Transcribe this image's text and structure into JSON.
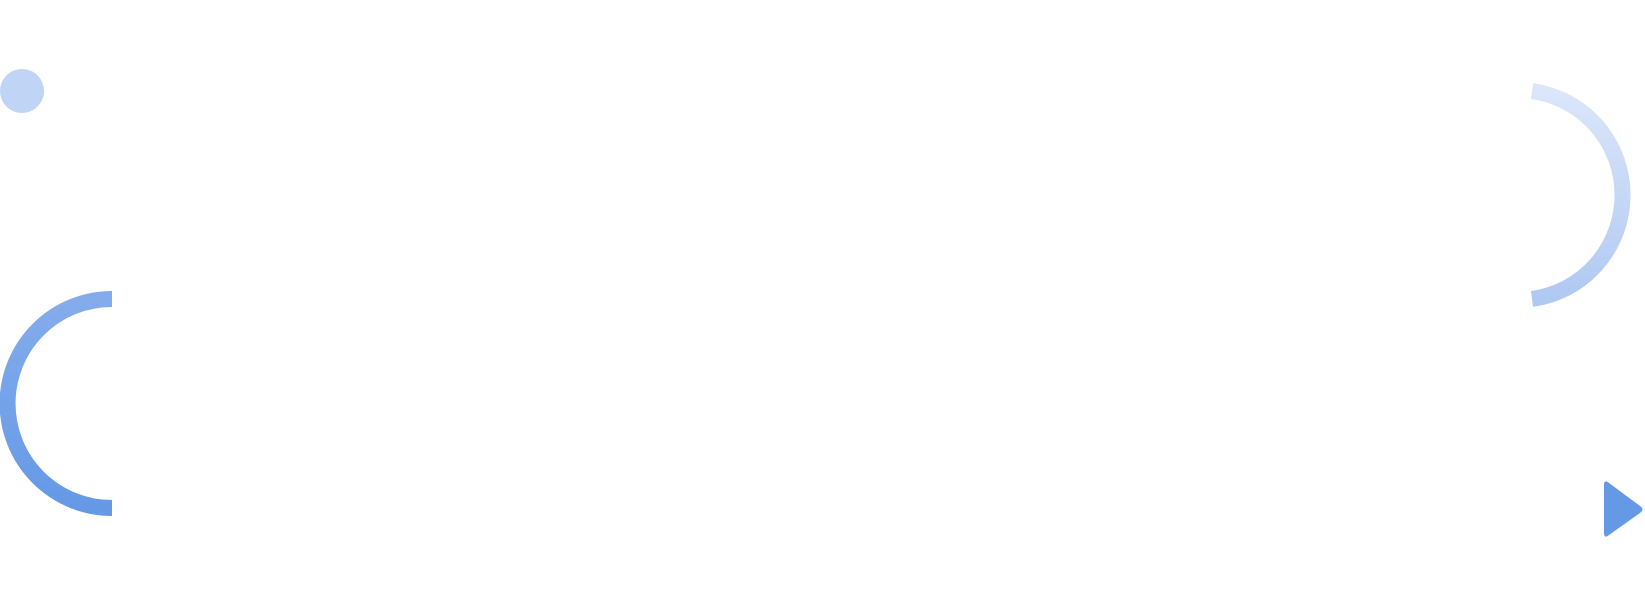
{
  "diagram": {
    "type": "serpentine-arrow-path",
    "rows": 3,
    "start_marker": "circle",
    "end_marker": "arrowhead",
    "colors": {
      "gradient_top_start": "#c0d5f6",
      "gradient_top_mid": "#dbe6fa",
      "gradient_middle_left": "#84acec",
      "gradient_middle_right": "#b0c9f2",
      "gradient_bottom": "#6599e6",
      "arrowhead": "#6599e6"
    }
  }
}
